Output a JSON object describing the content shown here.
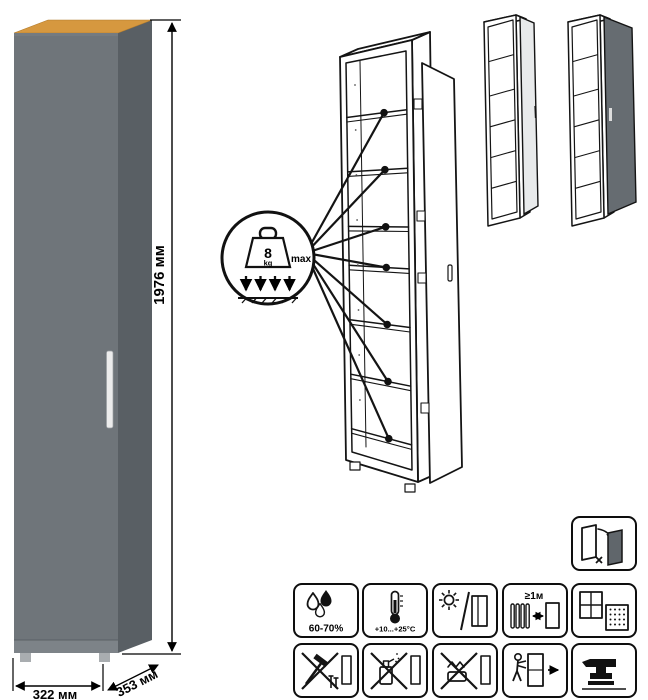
{
  "dimensions": {
    "height": "1976 мм",
    "width": "322 мм",
    "depth": "353 мм"
  },
  "shelf_load": {
    "value": "8",
    "unit": "kg",
    "max": "max"
  },
  "care": {
    "humidity": "60-70%",
    "temperature": "+10...+25°C",
    "distance": "≥1м"
  },
  "colors": {
    "cabinet_front": "#70767b",
    "cabinet_side": "#595f64",
    "cabinet_top_wood": "#d6983f",
    "handle": "#ececec",
    "door_option_dark": "#666c71",
    "outline": "#111111"
  },
  "icons": {
    "door_care": "door-panels-arrow",
    "humidity": "water-drops",
    "temperature": "thermometer",
    "sunlight": "sun-and-cabinet",
    "distance": "radiator-distance",
    "ventilation": "window-and-grid",
    "no_hammer": "crossed-hammer-and-nails",
    "no_solvents": "crossed-spray-bottle",
    "no_abrasives": "crossed-abrasive-sponge",
    "moving": "person-moving-cabinet",
    "no_heavy": "anvil-heavy-load"
  }
}
